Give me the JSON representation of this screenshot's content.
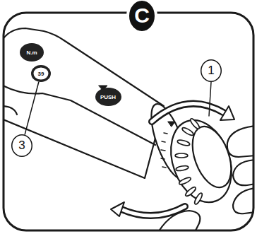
{
  "diagram": {
    "nodes": [
      {
        "text": [
          "C"
        ]
      },
      {
        "text": [
          "N.m"
        ]
      },
      {
        "text": [
          "1"
        ]
      },
      {
        "text": [
          "39"
        ]
      },
      {
        "text": [
          "PUSH"
        ]
      },
      {
        "text": [
          "3"
        ]
      }
    ],
    "edges": [
      {
        "from": 5,
        "to": 3,
        "arrow": "none"
      }
    ]
  }
}
